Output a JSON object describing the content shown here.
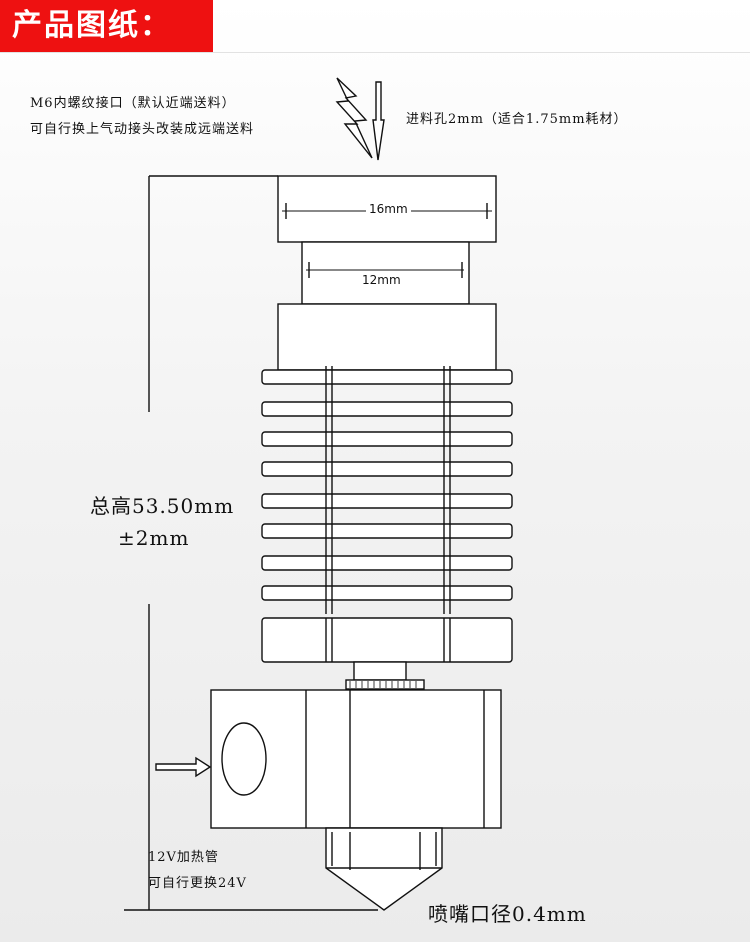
{
  "header": {
    "title": "产品图纸："
  },
  "annotations": {
    "thread_line1": "M6内螺纹接口（默认近端送料）",
    "thread_line2": "可自行换上气动接头改装成远端送料",
    "feed_hole": "进料孔2mm（适合1.75mm耗材）",
    "dim_top": "16mm",
    "dim_neck": "12mm",
    "total_height_line1": "总高53.50mm",
    "total_height_line2": "±2mm",
    "heater_line1": "12V加热管",
    "heater_line2": "可自行更换24V",
    "nozzle": "喷嘴口径0.4mm"
  }
}
